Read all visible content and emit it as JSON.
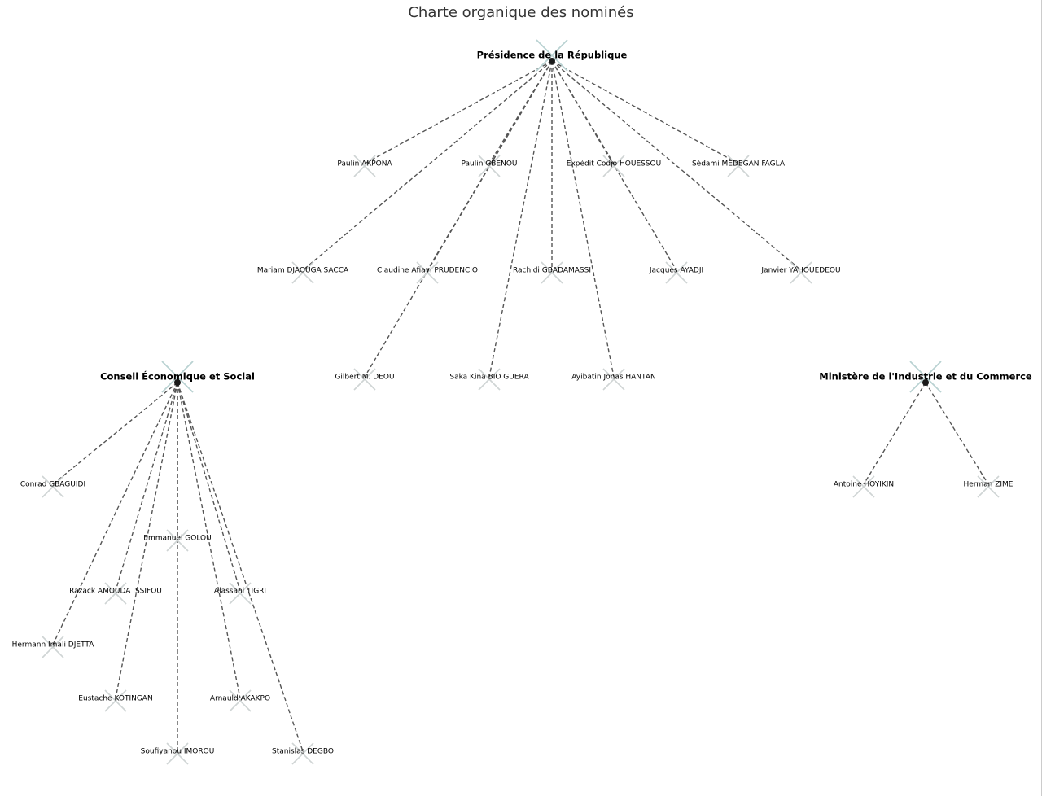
{
  "title": "Charte organique des nominés",
  "colors": {
    "edge": "#555555",
    "marker": "#cfd4d4",
    "root_marker": "#b9d2d2",
    "hub": "#1a1a1a",
    "text": "#000000",
    "title": "#333333"
  },
  "line_style": "dashed",
  "node_marker_icon": "x-cross-icon",
  "trees": [
    {
      "root": "Présidence de la République",
      "children": [
        "Paulin AKPONA",
        "Paulin GBENOU",
        "Expédit Codjo HOUESSOU",
        "Sèdami MEDEGAN FAGLA",
        "Mariam DJAOUGA SACCA",
        "Claudine Afiavi PRUDENCIO",
        "Rachidi GBADAMASSI",
        "Jacques AYADJI",
        "Janvier YAHOUEDEOU",
        "Gilbert M. DEOU",
        "Saka Kina BIO GUERA",
        "Ayibatin Jonas HANTAN"
      ]
    },
    {
      "root": "Conseil Économique et Social",
      "children": [
        "Conrad GBAGUIDI",
        "Emmanuel GOLOU",
        "Razack AMOUDA ISSIFOU",
        "Alassani TIGRI",
        "Hermann Imali DJETTA",
        "Eustache KOTINGAN",
        "Arnauld AKAKPO",
        "Soufiyanou IMOROU",
        "Stanislas DEGBO"
      ]
    },
    {
      "root": "Ministère de l'Industrie et du Commerce",
      "children": [
        "Antoine HOYIKIN",
        "Herman ZIME"
      ]
    }
  ]
}
